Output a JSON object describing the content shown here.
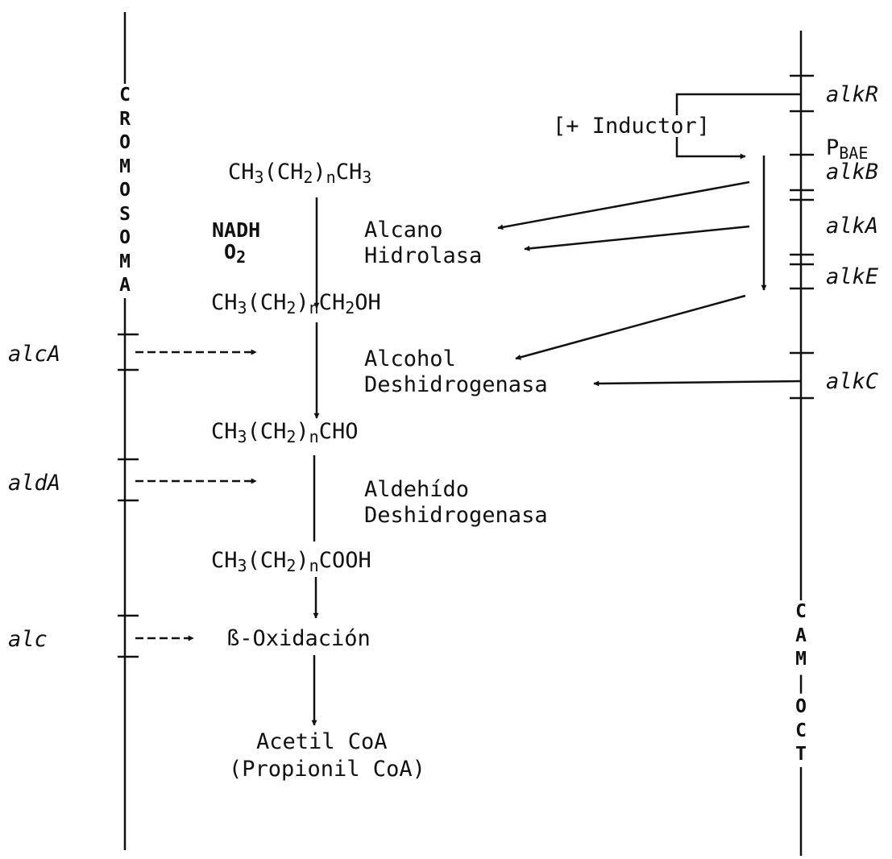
{
  "chromosome": {
    "label_letters": [
      "C",
      "R",
      "O",
      "M",
      "O",
      "S",
      "O",
      "M",
      "A"
    ],
    "genes": [
      "alcA",
      "aldA",
      "alc"
    ]
  },
  "plasmid": {
    "label_letters": [
      "C",
      "A",
      "M",
      "|",
      "O",
      "C",
      "T"
    ],
    "genes": [
      "alkR",
      "alkB",
      "alkA",
      "alkE",
      "alkC"
    ],
    "promoter": {
      "base": "P",
      "sub": "BAE"
    },
    "inductor": "[+ Inductor]"
  },
  "pathway": {
    "substrates": [
      {
        "a": "CH",
        "b": "3",
        "c": "(CH",
        "d": "2",
        "e": ")",
        "f": "n",
        "g": "CH",
        "h": "3"
      },
      {
        "a": "CH",
        "b": "3",
        "c": "(CH",
        "d": "2",
        "e": ")",
        "f": "n",
        "g": "CH",
        "h": "2",
        "i": "OH"
      },
      {
        "a": "CH",
        "b": "3",
        "c": "(CH",
        "d": "2",
        "e": ")",
        "f": "n",
        "g": "CHO"
      },
      {
        "a": "CH",
        "b": "3",
        "c": "(CH",
        "d": "2",
        "e": ")",
        "f": "n",
        "g": "COOH"
      }
    ],
    "cofactors": {
      "nadh": "NADH",
      "o2_base": "O",
      "o2_sub": "2"
    },
    "enzymes": [
      [
        "Alcano",
        "Hidrolasa"
      ],
      [
        "Alcohol",
        "Deshidrogenasa"
      ],
      [
        "Aldehído",
        "Deshidrogenasa"
      ]
    ],
    "beta_oxidation": "ß-Oxidación",
    "products": [
      "Acetil CoA",
      "(Propionil CoA)"
    ]
  }
}
